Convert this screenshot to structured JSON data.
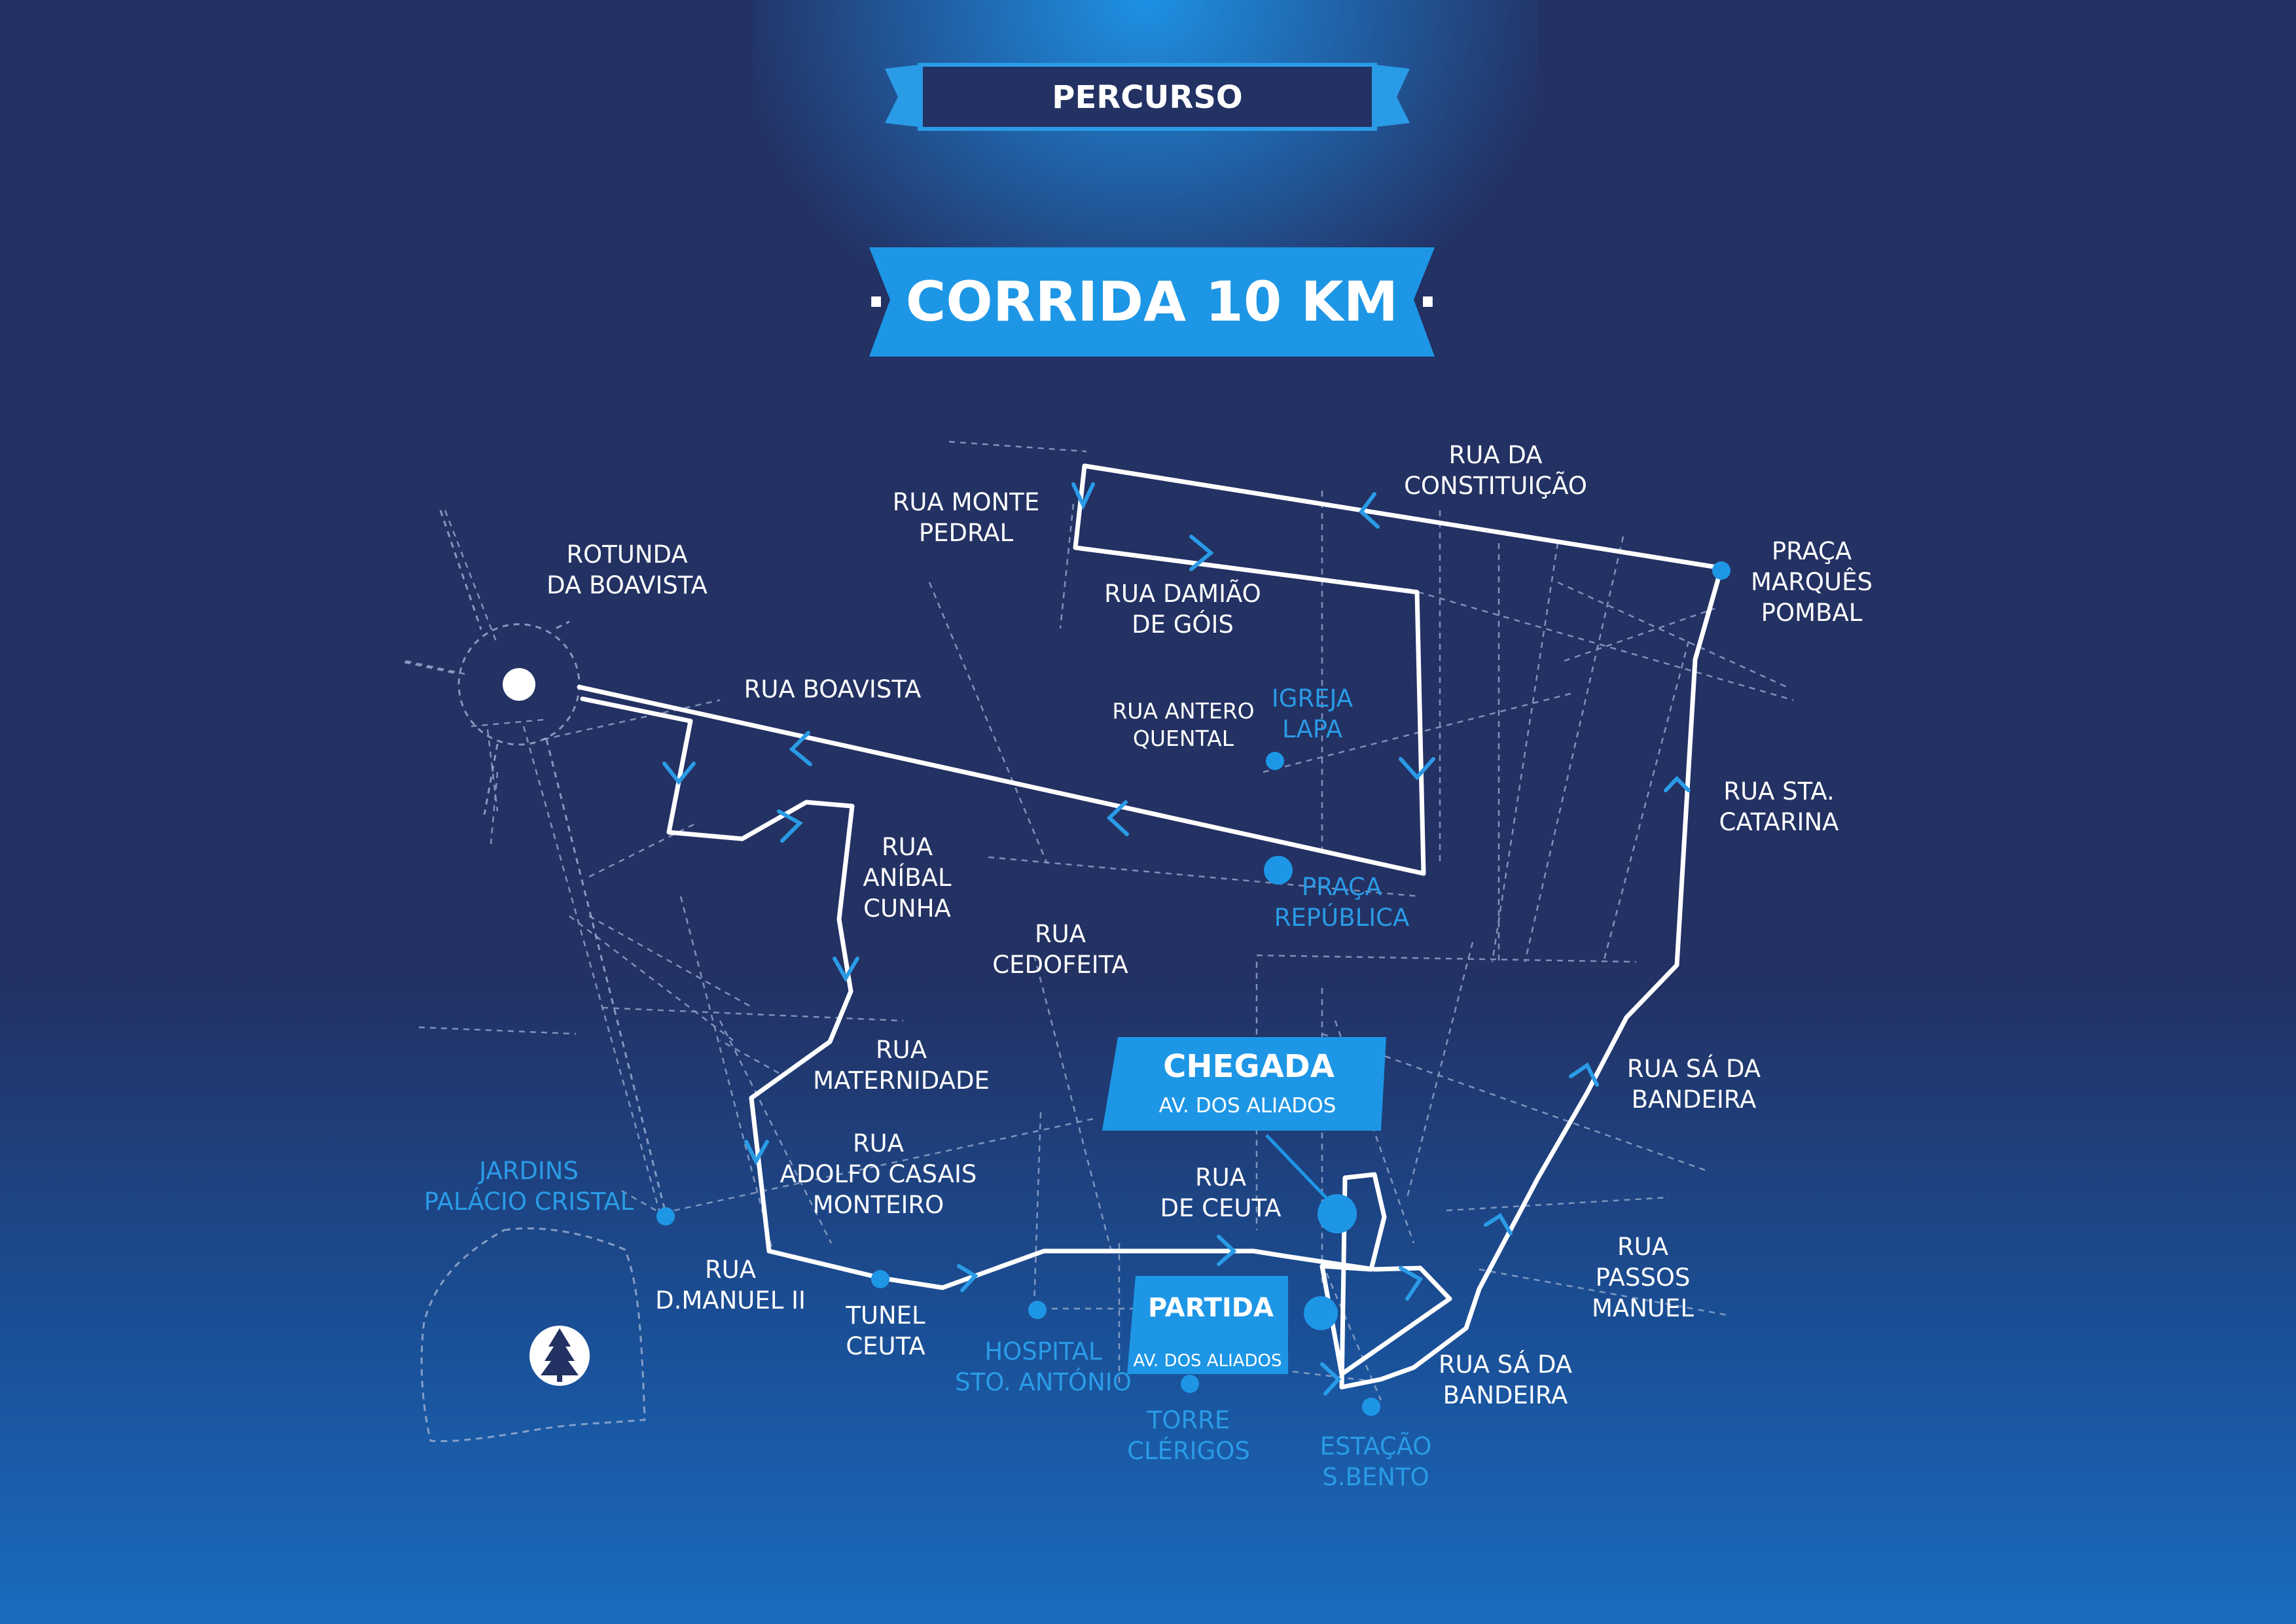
{
  "header": {
    "section_title": "PERCURSO",
    "race_title": "· CORRIDA 10 KM ·"
  },
  "colors": {
    "background": "#233163",
    "accent": "#1e96e6",
    "route": "#ffffff",
    "landmark": "#2a9be6"
  },
  "markers": {
    "finish": {
      "title": "CHEGADA",
      "subtitle": "AV. DOS ALIADOS"
    },
    "start": {
      "title": "PARTIDA",
      "subtitle": "AV. DOS ALIADOS"
    }
  },
  "icons": {
    "roundabout": "roundabout-dot-icon",
    "park": "tree-icon",
    "direction": "chevron-arrow-icon",
    "landmark": "location-dot-icon"
  },
  "labels": {
    "rua_monte_pedral": [
      "RUA MONTE",
      "PEDRAL"
    ],
    "rua_constituicao": [
      "RUA DA",
      "CONSTITUIÇÃO"
    ],
    "praca_marques_pombal": [
      "PRAÇA",
      "MARQUÊS",
      "POMBAL"
    ],
    "rotunda_boavista": [
      "ROTUNDA",
      "DA BOAVISTA"
    ],
    "rua_damiao_gois": [
      "RUA DAMIÃO",
      "DE GÓIS"
    ],
    "rua_boavista": [
      "RUA BOAVISTA"
    ],
    "rua_antero_quental": [
      "RUA ANTERO",
      "QUENTAL"
    ],
    "igreja_lapa": [
      "IGREJA",
      "LAPA"
    ],
    "rua_sta_catarina": [
      "RUA STA.",
      "CATARINA"
    ],
    "rua_anibal_cunha": [
      "RUA",
      "ANÍBAL",
      "CUNHA"
    ],
    "praca_republica": [
      "PRAÇA",
      "REPÚBLICA"
    ],
    "rua_cedofeita": [
      "RUA",
      "CEDOFEITA"
    ],
    "rua_maternidade": [
      "RUA",
      "MATERNIDADE"
    ],
    "rua_sa_bandeira_top": [
      "RUA SÁ DA",
      "BANDEIRA"
    ],
    "rua_adolfo_casais": [
      "RUA",
      "ADOLFO CASAIS",
      "MONTEIRO"
    ],
    "jardins_palacio": [
      "JARDINS",
      "PALÁCIO CRISTAL"
    ],
    "rua_ceuta": [
      "RUA",
      "DE CEUTA"
    ],
    "rua_passos_manuel": [
      "RUA",
      "PASSOS",
      "MANUEL"
    ],
    "rua_dmanuel": [
      "RUA",
      "D.MANUEL II"
    ],
    "tunel_ceuta": [
      "TUNEL",
      "CEUTA"
    ],
    "hospital": [
      "HOSPITAL",
      "STO. ANTÓNIO"
    ],
    "rua_sa_bandeira_bottom": [
      "RUA SÁ DA",
      "BANDEIRA"
    ],
    "torre_clerigos": [
      "TORRE",
      "CLÉRIGOS"
    ],
    "estacao_sbento": [
      "ESTAÇÃO",
      "S.BENTO"
    ]
  }
}
